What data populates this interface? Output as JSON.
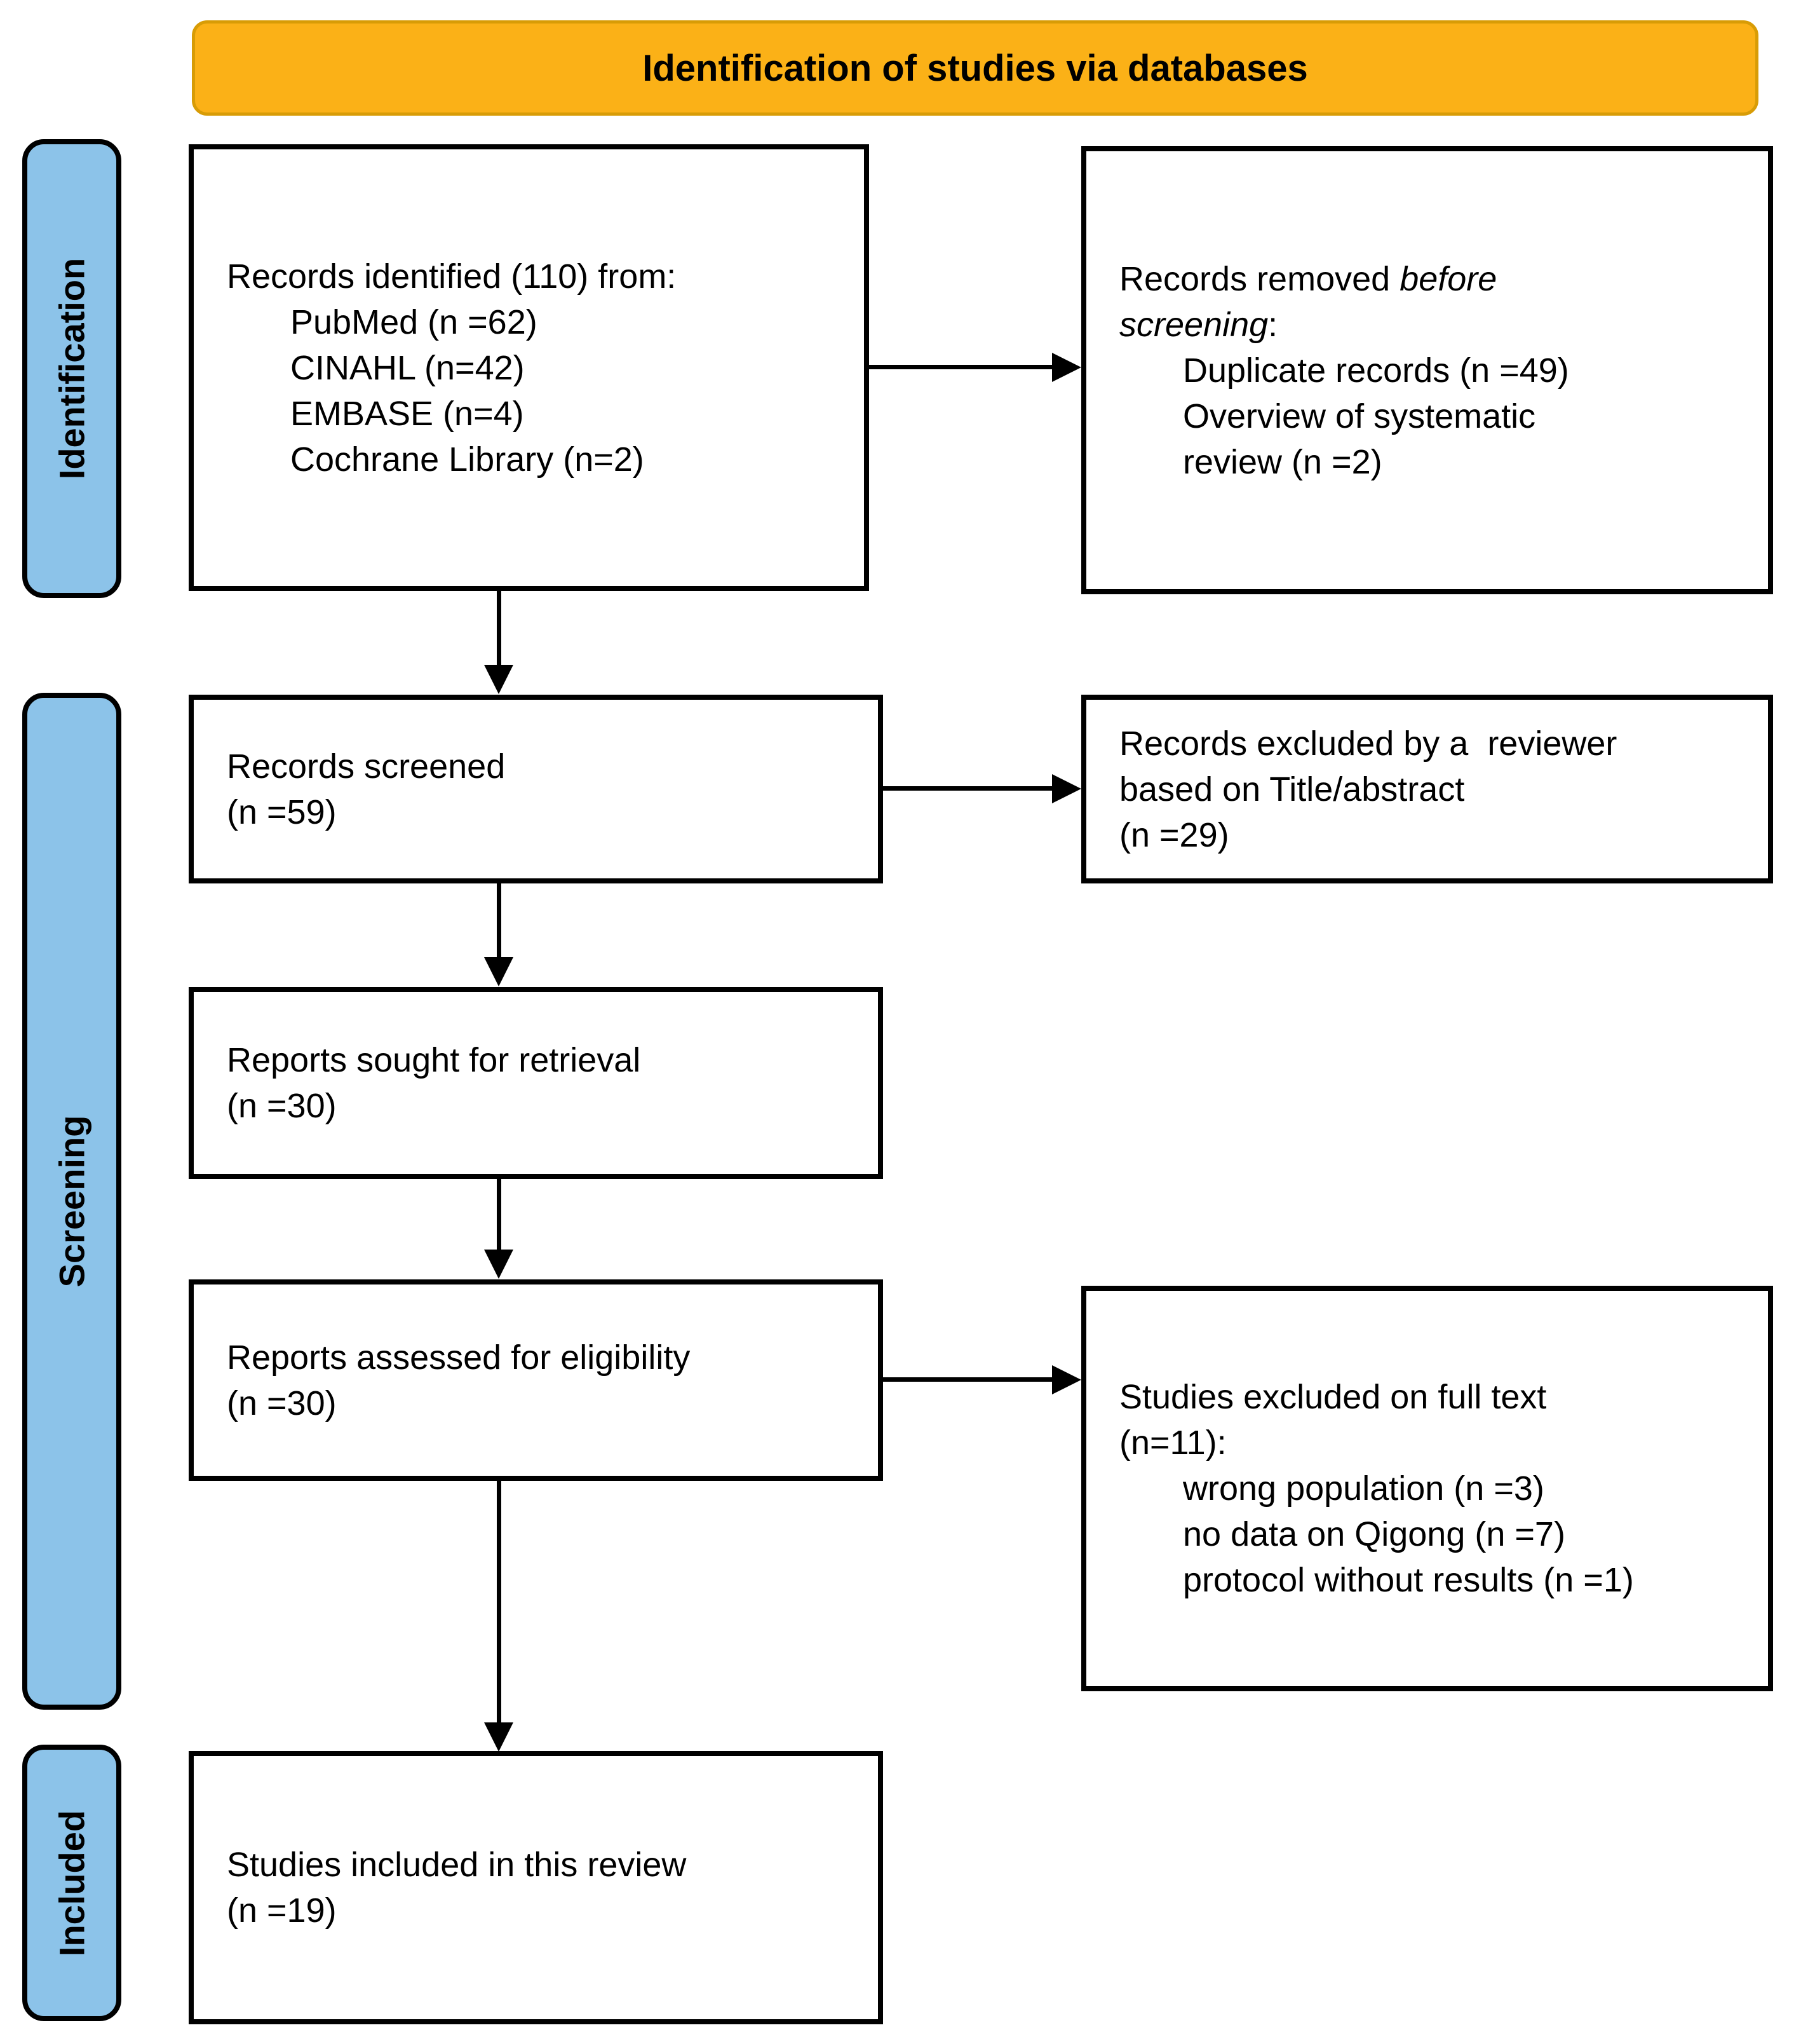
{
  "banner": {
    "label": "Identification of studies via databases"
  },
  "sidebar": {
    "stages": [
      "Identification",
      "Screening",
      "Included"
    ]
  },
  "boxes": {
    "records_identified": {
      "title": "Records identified (110) from:",
      "items": [
        "PubMed (n =62)",
        "CINAHL (n=42)",
        "EMBASE (n=4)",
        "Cochrane Library (n=2)"
      ]
    },
    "records_removed": {
      "line1_normal": "Records removed ",
      "line1_italic": "before",
      "line2_italic": "screening",
      "line2_normal": ":",
      "items": [
        "Duplicate records (n =49)",
        "Overview of systematic",
        "review (n =2)"
      ]
    },
    "records_screened": {
      "line1": "Records screened",
      "line2": "(n =59)"
    },
    "records_excluded": {
      "line1": "Records excluded by a  reviewer",
      "line2": "based on Title/abstract",
      "line3": "(n =29)"
    },
    "reports_sought": {
      "line1": "Reports sought for retrieval",
      "line2": "(n =30)"
    },
    "reports_assessed": {
      "line1": "Reports assessed for eligibility",
      "line2": "(n =30)"
    },
    "studies_excluded": {
      "line1": "Studies excluded on full text",
      "line2": "(n=11):",
      "items": [
        "wrong population (n =3)",
        "no data on Qigong (n =7)",
        "protocol without results (n =1)"
      ]
    },
    "studies_included": {
      "line1": "Studies included in this review",
      "line2": "(n =19)"
    }
  },
  "colors": {
    "banner_fill": "#FBB117",
    "banner_border": "#D89C06",
    "stage_fill": "#8CC3E9",
    "line_color": "#000000"
  }
}
